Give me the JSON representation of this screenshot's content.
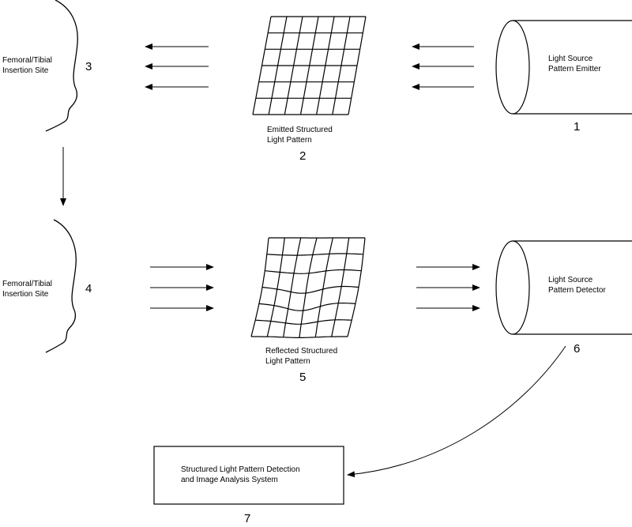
{
  "source": {
    "title": "Light Source",
    "subtitle": "Pattern Emitter",
    "number": "1"
  },
  "emitted_pattern": {
    "line1": "Emitted Structured",
    "line2": "Light Pattern",
    "number": "2"
  },
  "target_top": {
    "line1": "Femoral/Tibial",
    "line2": "Insertion Site",
    "number": "3"
  },
  "target_bottom": {
    "line1": "Femoral/Tibial",
    "line2": "Insertion Site",
    "number": "4"
  },
  "reflected_pattern": {
    "line1": "Reflected Structured",
    "line2": "Light Pattern",
    "number": "5"
  },
  "detector": {
    "title": "Light Source",
    "subtitle": "Pattern Detector",
    "number": "6"
  },
  "analysis": {
    "line1": "Structured Light Pattern Detection",
    "line2": "and Image Analysis System",
    "number": "7"
  },
  "colors": {
    "stroke": "#000000",
    "background": "#ffffff"
  }
}
